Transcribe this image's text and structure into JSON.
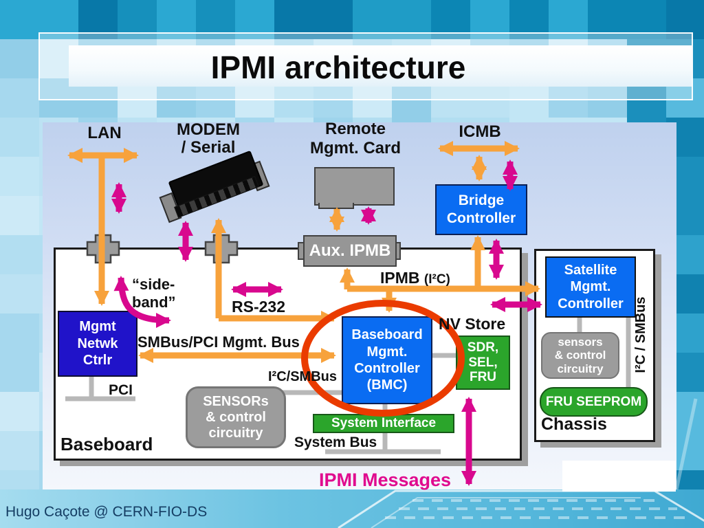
{
  "slide": {
    "title": "IPMI architecture",
    "footer": "Hugo Caçote @ CERN-FIO-DS"
  },
  "colors": {
    "orange_arrow": "#f7a23c",
    "magenta_arrow": "#d8088e",
    "blue_box": "#0a6cf2",
    "navy_box": "#2013c9",
    "green_box": "#2ba52b",
    "gray_box": "#9c9c9c",
    "red_circle": "#ea3b00"
  },
  "diagram": {
    "external_labels": {
      "lan": "LAN",
      "modem_line1": "MODEM",
      "modem_line2": "/ Serial",
      "remote_line1": "Remote",
      "remote_line2": "Mgmt. Card",
      "icmb": "ICMB"
    },
    "bus_labels": {
      "ipmb_main": "IPMB",
      "ipmb_paren": "(I²C)",
      "rs232": "RS-232",
      "smbus_pci": "SMBus/PCI Mgmt. Bus",
      "i2c_smbus": "I²C/SMBus",
      "system_bus": "System Bus",
      "pci": "PCI",
      "sideband_line1": "“side-",
      "sideband_line2": "band”",
      "nv_store": "NV Store",
      "ipmi_messages": "IPMI Messages",
      "chassis_vertical_bus": "I²C / SMBus"
    },
    "boxes": {
      "mgmt_netwk": {
        "lines": [
          "Mgmt",
          "Netwk",
          "Ctrlr"
        ]
      },
      "bmc": {
        "lines": [
          "Baseboard",
          "Mgmt.",
          "Controller",
          "(BMC)"
        ]
      },
      "bridge": {
        "lines": [
          "Bridge",
          "Controller"
        ]
      },
      "satellite": {
        "lines": [
          "Satellite",
          "Mgmt.",
          "Controller"
        ]
      },
      "aux_ipmb": {
        "label": "Aux. IPMB"
      },
      "sdr": {
        "lines": [
          "SDR,",
          "SEL,",
          "FRU"
        ]
      },
      "system_interface": {
        "label": "System Interface"
      },
      "sensors_baseboard": {
        "lines": [
          "SENSORs",
          "& control",
          "circuitry"
        ]
      },
      "sensors_chassis": {
        "lines": [
          "sensors",
          "& control",
          "circuitry"
        ]
      },
      "fru_seeprom": {
        "label": "FRU SEEPROM"
      },
      "baseboard_label": "Baseboard",
      "chassis_label": "Chassis"
    }
  }
}
